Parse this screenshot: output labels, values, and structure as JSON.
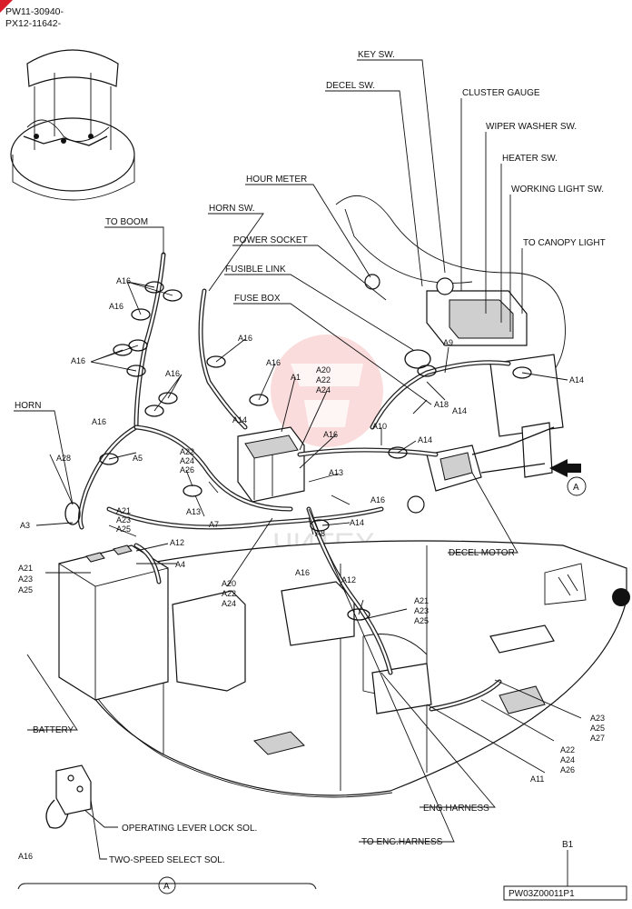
{
  "header": {
    "serial_1": "PW11-30940-",
    "serial_2": "PX12-11642-"
  },
  "callouts": {
    "key_sw": "KEY SW.",
    "decel_sw": "DECEL SW.",
    "cluster_gauge": "CLUSTER GAUGE",
    "wiper_washer_sw": "WIPER WASHER SW.",
    "heater_sw": "HEATER SW.",
    "working_light_sw": "WORKING LIGHT SW.",
    "to_canopy_light": "TO CANOPY LIGHT",
    "hour_meter": "HOUR METER",
    "horn_sw": "HORN SW.",
    "power_socket": "POWER SOCKET",
    "fusible_link": "FUSIBLE LINK",
    "fuse_box": "FUSE BOX",
    "to_boom": "TO BOOM",
    "horn": "HORN",
    "battery": "BATTERY",
    "decel_motor": "DECEL MOTOR",
    "eng_harness": "ENG.HARNESS",
    "to_eng_harness": "TO ENG.HARNESS",
    "operating_lever_lock_sol": "OPERATING LEVER LOCK SOL.",
    "two_speed_select_sol": "TWO-SPEED SELECT SOL."
  },
  "parts": {
    "a1": "A1",
    "a3": "A3",
    "a4": "A4",
    "a5": "A5",
    "a7": "A7",
    "a8": "A8",
    "a9": "A9",
    "a10": "A10",
    "a11": "A11",
    "a12": "A12",
    "a13": "A13",
    "a14": "A14",
    "a16": "A16",
    "a18": "A18",
    "a20": "A20",
    "a21": "A21",
    "a22": "A22",
    "a23": "A23",
    "a24": "A24",
    "a25": "A25",
    "a26": "A26",
    "a27": "A27",
    "a28": "A28"
  },
  "view_marker": "A",
  "sheet_id": "B1",
  "drawing_number": "PW03Z00011P1",
  "watermark": "ЧИТЕХ"
}
